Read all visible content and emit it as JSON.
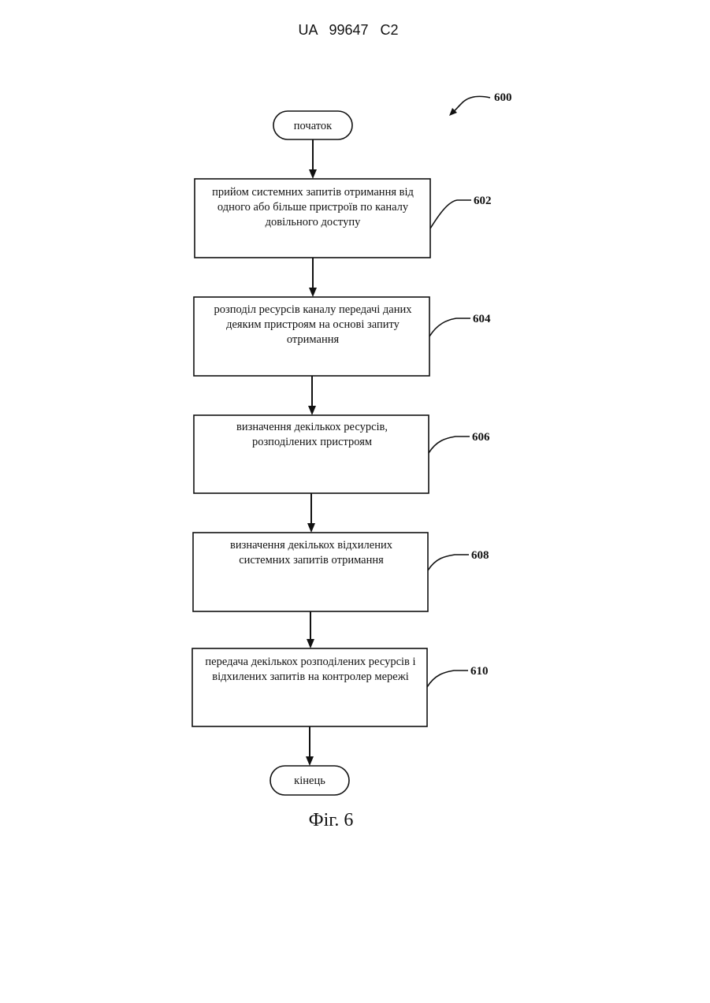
{
  "header": {
    "publication_number": "UA   99647   C2"
  },
  "diagram": {
    "figure_ref": "600",
    "start_label": "початок",
    "end_label": "кінець",
    "steps": [
      {
        "ref": "602",
        "lines": [
          "прийом системних запитів отримання від",
          "одного або більше пристроїв по каналу",
          "довільного доступу"
        ]
      },
      {
        "ref": "604",
        "lines": [
          "розподіл ресурсів каналу передачі даних",
          "деяким пристроям на основі запиту",
          "отримання"
        ]
      },
      {
        "ref": "606",
        "lines": [
          "визначення декількох ресурсів,",
          "розподілених пристроям"
        ]
      },
      {
        "ref": "608",
        "lines": [
          "визначення декількох відхилених",
          "системних запитів отримання"
        ]
      },
      {
        "ref": "610",
        "lines": [
          "передача декількох розподілених ресурсів і",
          "відхилених запитів на контролер мережі"
        ]
      }
    ],
    "caption": "Фіг. 6"
  }
}
